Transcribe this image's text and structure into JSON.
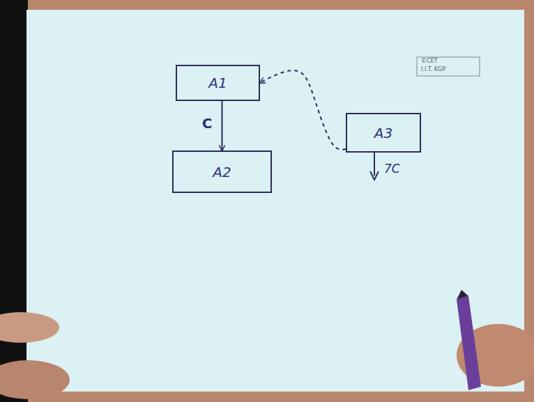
{
  "diagram": {
    "nodes": [
      {
        "text": [
          "A1"
        ]
      },
      {
        "text": [
          "A2"
        ]
      },
      {
        "text": [
          "A3"
        ]
      }
    ],
    "edges": [
      {
        "from": 0,
        "to": 1,
        "arrow": "to",
        "label": "C"
      },
      {
        "from": 2,
        "to": 0,
        "arrow": "to"
      }
    ],
    "labels": [
      "7C",
      "©CET",
      "I.I.T. KGP"
    ]
  }
}
